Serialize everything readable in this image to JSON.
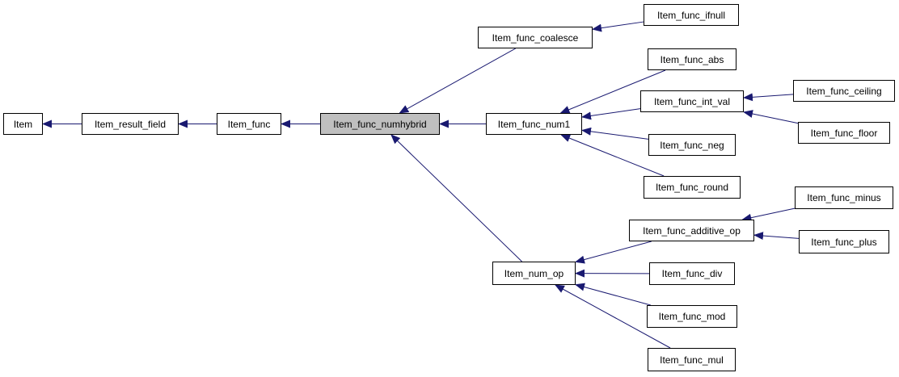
{
  "colors": {
    "edge": "#191970",
    "highlight": "#bfbfbf",
    "border": "#000000",
    "background": "#ffffff"
  },
  "nodes": [
    {
      "id": "item",
      "label": "Item"
    },
    {
      "id": "item-result-field",
      "label": "Item_result_field"
    },
    {
      "id": "item-func",
      "label": "Item_func"
    },
    {
      "id": "item-func-numhybrid",
      "label": "Item_func_numhybrid",
      "highlight": true
    },
    {
      "id": "item-func-coalesce",
      "label": "Item_func_coalesce"
    },
    {
      "id": "item-func-ifnull",
      "label": "Item_func_ifnull"
    },
    {
      "id": "item-func-num1",
      "label": "Item_func_num1"
    },
    {
      "id": "item-func-abs",
      "label": "Item_func_abs"
    },
    {
      "id": "item-func-int-val",
      "label": "Item_func_int_val"
    },
    {
      "id": "item-func-ceiling",
      "label": "Item_func_ceiling"
    },
    {
      "id": "item-func-floor",
      "label": "Item_func_floor"
    },
    {
      "id": "item-func-neg",
      "label": "Item_func_neg"
    },
    {
      "id": "item-func-round",
      "label": "Item_func_round"
    },
    {
      "id": "item-num-op",
      "label": "Item_num_op"
    },
    {
      "id": "item-func-additive-op",
      "label": "Item_func_additive_op"
    },
    {
      "id": "item-func-minus",
      "label": "Item_func_minus"
    },
    {
      "id": "item-func-plus",
      "label": "Item_func_plus"
    },
    {
      "id": "item-func-div",
      "label": "Item_func_div"
    },
    {
      "id": "item-func-mod",
      "label": "Item_func_mod"
    },
    {
      "id": "item-func-mul",
      "label": "Item_func_mul"
    }
  ],
  "edges": [
    {
      "from": "item-result-field",
      "to": "item"
    },
    {
      "from": "item-func",
      "to": "item-result-field"
    },
    {
      "from": "item-func-numhybrid",
      "to": "item-func"
    },
    {
      "from": "item-func-coalesce",
      "to": "item-func-numhybrid"
    },
    {
      "from": "item-func-num1",
      "to": "item-func-numhybrid"
    },
    {
      "from": "item-num-op",
      "to": "item-func-numhybrid"
    },
    {
      "from": "item-func-ifnull",
      "to": "item-func-coalesce"
    },
    {
      "from": "item-func-abs",
      "to": "item-func-num1"
    },
    {
      "from": "item-func-int-val",
      "to": "item-func-num1"
    },
    {
      "from": "item-func-neg",
      "to": "item-func-num1"
    },
    {
      "from": "item-func-round",
      "to": "item-func-num1"
    },
    {
      "from": "item-func-ceiling",
      "to": "item-func-int-val"
    },
    {
      "from": "item-func-floor",
      "to": "item-func-int-val"
    },
    {
      "from": "item-func-additive-op",
      "to": "item-num-op"
    },
    {
      "from": "item-func-div",
      "to": "item-num-op"
    },
    {
      "from": "item-func-mod",
      "to": "item-num-op"
    },
    {
      "from": "item-func-mul",
      "to": "item-num-op"
    },
    {
      "from": "item-func-minus",
      "to": "item-func-additive-op"
    },
    {
      "from": "item-func-plus",
      "to": "item-func-additive-op"
    }
  ]
}
